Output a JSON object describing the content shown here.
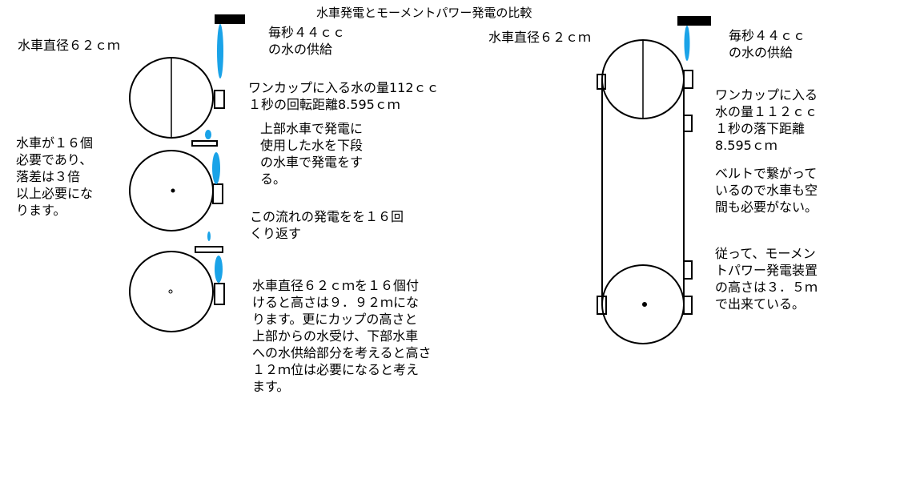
{
  "title": "水車発電とモーメントパワー発電の比較",
  "left": {
    "diameter_label": "水車直径６２ｃｍ",
    "supply_label": "毎秒４４ｃｃ\nの水の供給",
    "cup_info": "ワンカップに入る水の量112ｃｃ\n１秒の回転距離8.595ｃｍ",
    "reuse_note": "上部水車で発電に\n使用した水を下段\nの水車で発電をす\nる。",
    "repeat_note": "この流れの発電をを１６回\nくり返す",
    "count_note": "水車が１６個\n必要であり、\n落差は３倍\n以上必要にな\nります。",
    "height_note": "水車直径６２ｃｍを１６個付\nけると高さは９．９２ｍにな\nります。更にカップの高さと\n上部からの水受け、下部水車\nへの水供給部分を考えると高さ\n１２ｍ位は必要になると考え\nます。"
  },
  "right": {
    "diameter_label": "水車直径６２ｃｍ",
    "supply_label": "毎秒４４ｃｃ\nの水の供給",
    "cup_info": "ワンカップに入る\n水の量１１２ｃｃ\n１秒の落下距離\n8.595ｃｍ",
    "belt_note": "ベルトで繋がって\nいるので水車も空\n間も必要がない。",
    "conclusion": "従って、モーメン\nトパワー発電装置\nの高さは３．５ｍ\nで出来ている。"
  },
  "colors": {
    "water": "#1aa3e8",
    "line": "#000000"
  }
}
